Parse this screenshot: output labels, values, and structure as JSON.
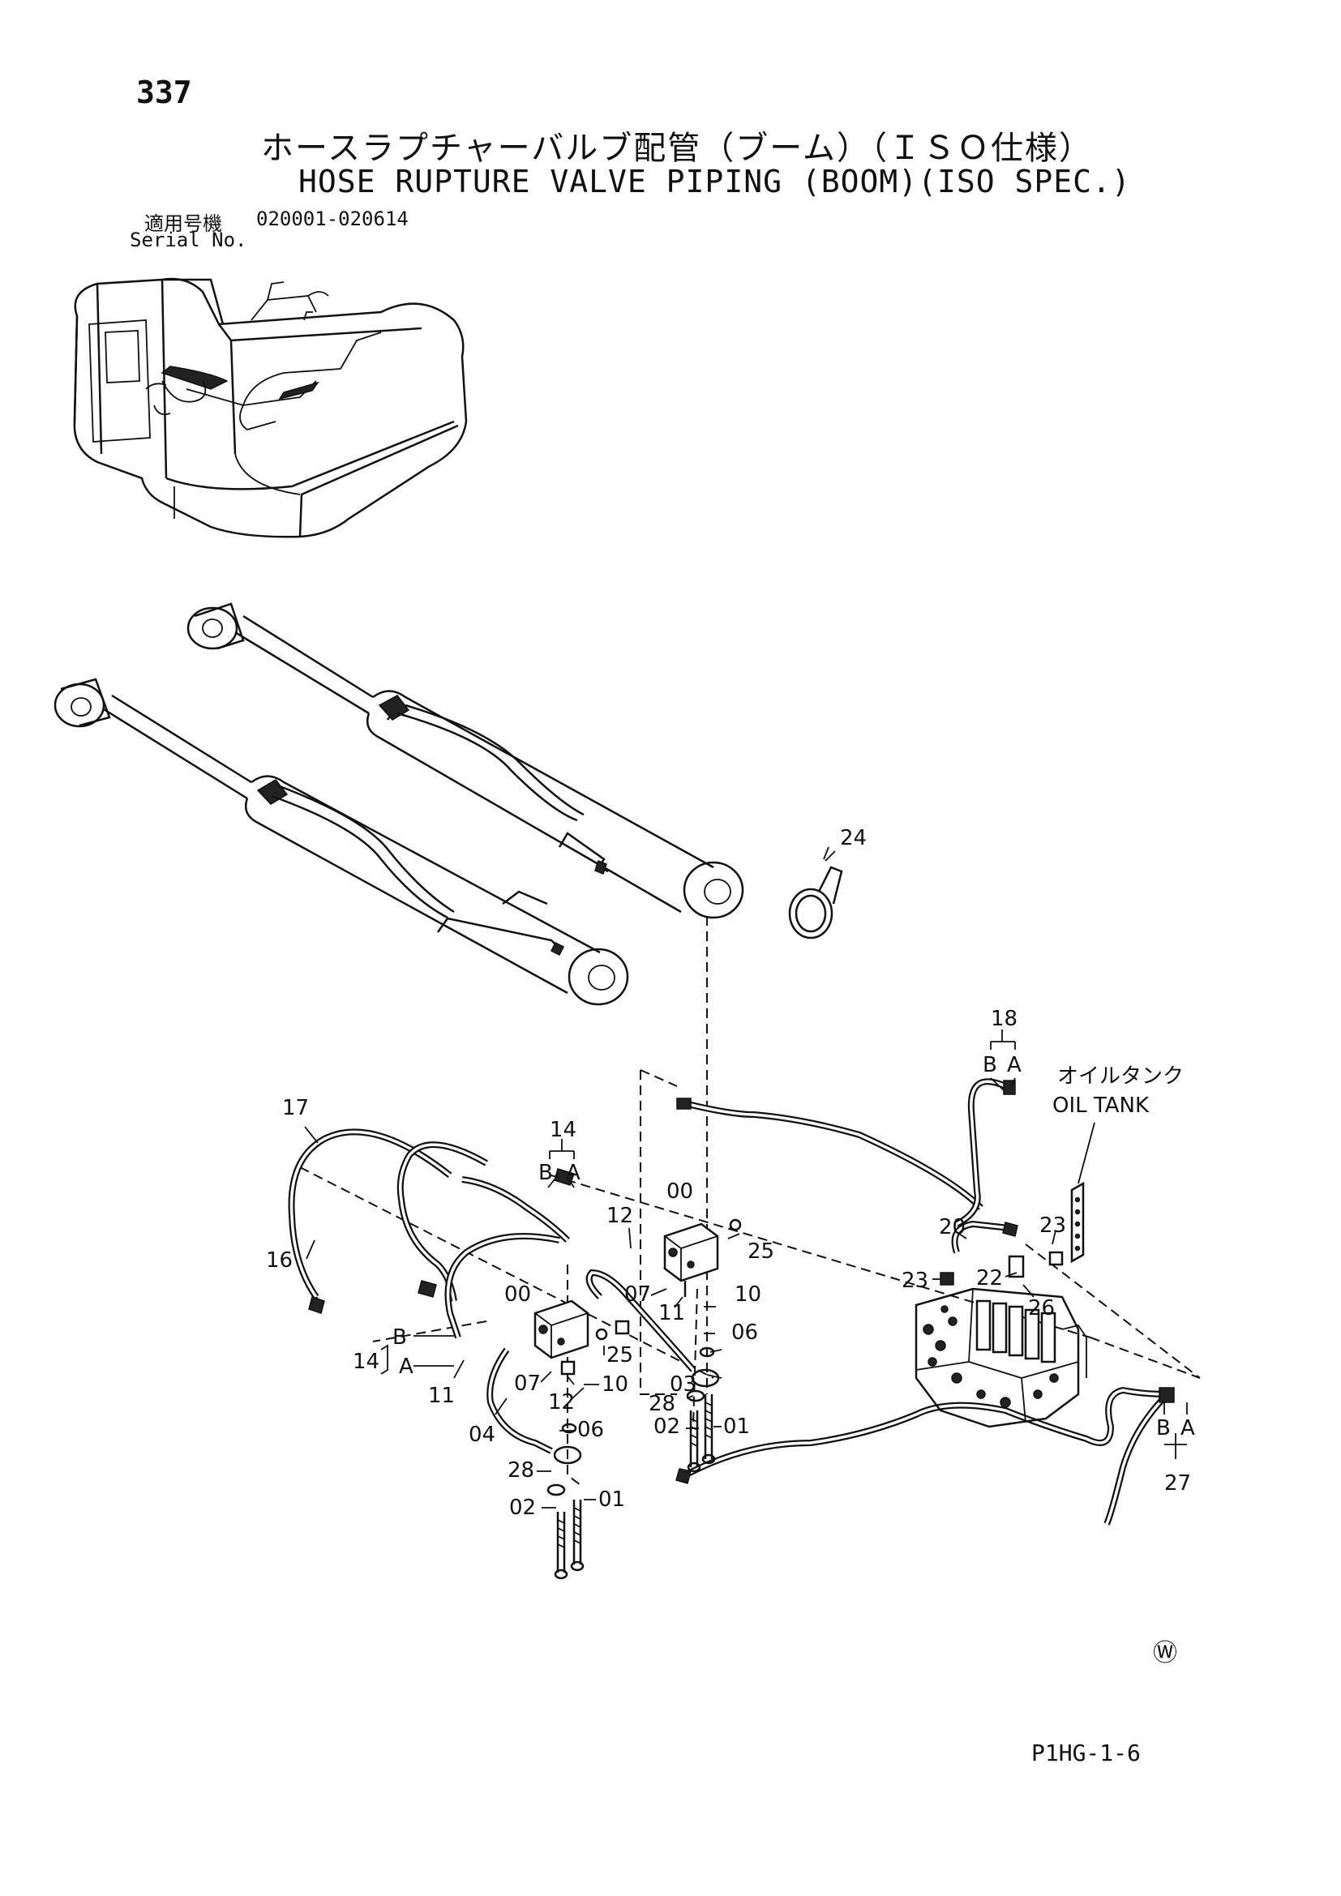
{
  "header": {
    "page_number": "337",
    "title_jp": "ホースラプチャーバルブ配管（ブーム）（ＩＳＯ仕様）",
    "title_en": "HOSE RUPTURE VALVE PIPING (BOOM)(ISO SPEC.)",
    "serial_label_jp": "適用号機",
    "serial_range": "020001-020614",
    "serial_label_en": "Serial No."
  },
  "diagram": {
    "callouts": {
      "c24": "24",
      "c18": "18",
      "c18b": "B",
      "c18a": "A",
      "c17": "17",
      "c14top": "14",
      "c14topb": "B",
      "c14topa": "A",
      "c00top": "00",
      "c12top": "12",
      "c25top": "25",
      "c07top": "07",
      "c10top": "10",
      "c11top": "11",
      "c06top": "06",
      "c16": "16",
      "c14left": "14",
      "c14leftb": "B",
      "c14lefta": "A",
      "c00mid": "00",
      "c25mid": "25",
      "c11mid": "11",
      "c07mid": "07",
      "c12mid": "12",
      "c10mid": "10",
      "c03": "03",
      "c28top": "28",
      "c02top": "02",
      "c01top": "01",
      "c04": "04",
      "c06mid": "06",
      "c28bot": "28",
      "c02bot": "02",
      "c01bot": "01",
      "c20": "20",
      "c23left": "23",
      "c23right": "23",
      "c22": "22",
      "c26": "26",
      "c27": "27",
      "c27b": "B",
      "c27a": "A"
    },
    "notes": {
      "oil_tank_jp": "オイルタンク",
      "oil_tank_en": "OIL TANK"
    }
  },
  "footer": {
    "mark": "Ⓦ",
    "code": "P1HG-1-6"
  }
}
